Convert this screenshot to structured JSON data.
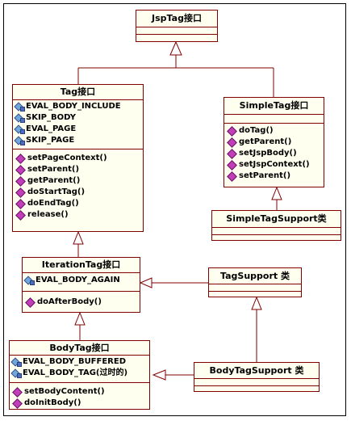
{
  "classes": {
    "jsptag": {
      "title": "JspTag接口"
    },
    "tag": {
      "title": "Tag接口",
      "fields": [
        "EVAL_BODY_INCLUDE",
        "SKIP_BODY",
        "EVAL_PAGE",
        "SKIP_PAGE"
      ],
      "methods": [
        "setPageContext()",
        "setParent()",
        "getParent()",
        "doStartTag()",
        "doEndTag()",
        "release()"
      ]
    },
    "simpletag": {
      "title": "SimpleTag接口",
      "methods": [
        "doTag()",
        "getParent()",
        "setJspBody()",
        "setJspContext()",
        "setParent()"
      ]
    },
    "simpletagsupport": {
      "title": "SimpleTagSupport类"
    },
    "iterationtag": {
      "title": "IterationTag接口",
      "fields": [
        "EVAL_BODY_AGAIN"
      ],
      "methods": [
        "doAfterBody()"
      ]
    },
    "tagsupport": {
      "title": "TagSupport 类"
    },
    "bodytag": {
      "title": "BodyTag接口",
      "fields": [
        "EVAL_BODY_BUFFERED",
        "EVAL_BODY_TAG(过时的)"
      ],
      "methods": [
        "setBodyContent()",
        "doInitBody()"
      ]
    },
    "bodytagsupport": {
      "title": "BodyTagSupport 类"
    }
  },
  "colors": {
    "border": "#800000",
    "fill": "#ffffef",
    "connector": "#7f0000"
  }
}
